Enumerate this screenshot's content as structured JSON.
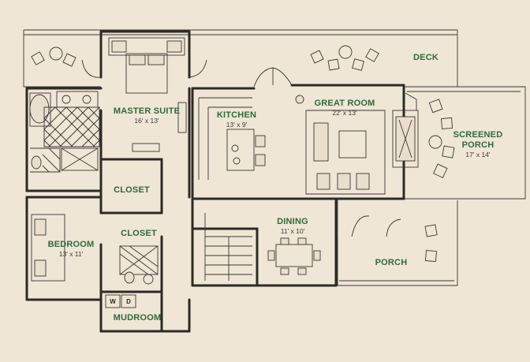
{
  "rooms": {
    "deck": {
      "name": "DECK"
    },
    "master_suite": {
      "name": "MASTER SUITE",
      "size": "16' x 13'"
    },
    "kitchen": {
      "name": "KITCHEN",
      "size": "13' x 9'"
    },
    "great_room": {
      "name": "GREAT ROOM",
      "size": "22' x 13'"
    },
    "screened_porch": {
      "name_line1": "SCREENED",
      "name_line2": "PORCH",
      "size": "17' x 14'"
    },
    "closet_upper": {
      "name": "CLOSET"
    },
    "closet_lower": {
      "name": "CLOSET"
    },
    "bedroom": {
      "name": "BEDROOM",
      "size": "13' x 11'"
    },
    "dining": {
      "name": "DINING",
      "size": "11' x 10'"
    },
    "porch": {
      "name": "PORCH"
    },
    "mudroom": {
      "name": "MUDROOM"
    }
  },
  "appliances": {
    "washer": "W",
    "dryer": "D"
  },
  "colors": {
    "paper": "#efe6d6",
    "ink": "#2d2a26",
    "label": "#2f6a3a"
  }
}
